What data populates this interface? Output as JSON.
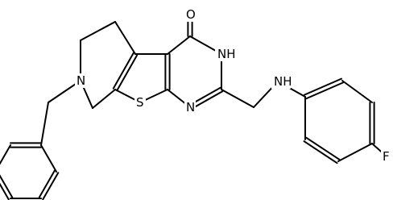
{
  "atoms": {
    "O": "O",
    "NH_ring": "NH",
    "N_ring": "N",
    "S": "S",
    "N_amine": "N",
    "NH_linker": "NH",
    "F": "F"
  }
}
